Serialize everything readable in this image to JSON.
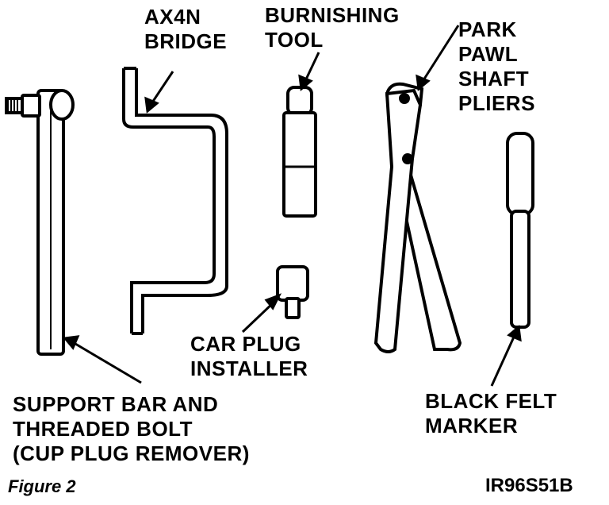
{
  "labels": {
    "ax4n_bridge": [
      "AX4N",
      "BRIDGE"
    ],
    "burnishing_tool": [
      "BURNISHING",
      "TOOL"
    ],
    "park_pawl_shaft_pliers": [
      "PARK",
      "PAWL",
      "SHAFT",
      "PLIERS"
    ],
    "car_plug_installer": [
      "CAR PLUG",
      "INSTALLER"
    ],
    "support_bar": [
      "SUPPORT BAR AND",
      "THREADED BOLT",
      "(CUP PLUG REMOVER)"
    ],
    "black_felt_marker": [
      "BLACK FELT",
      "MARKER"
    ]
  },
  "caption": "Figure 2",
  "figure_code": "IR96S51B",
  "colors": {
    "ink": "#000000",
    "paper": "#ffffff"
  }
}
